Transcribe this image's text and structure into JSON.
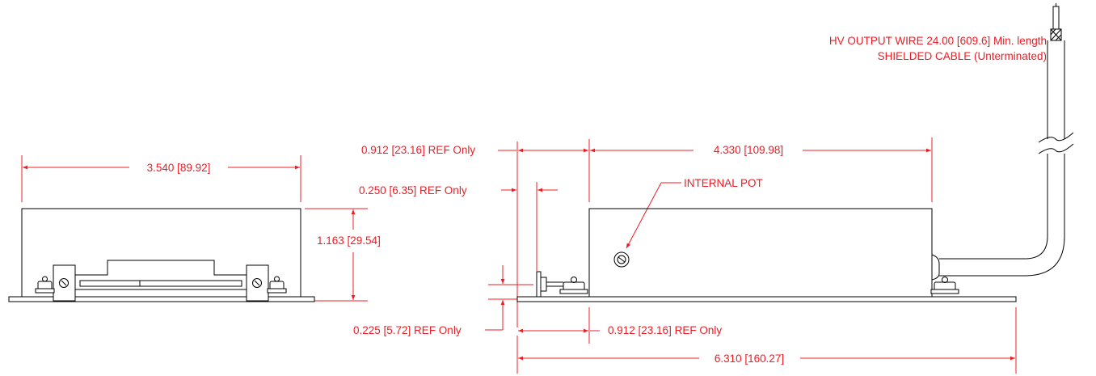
{
  "colors": {
    "dimension": "#ee1c24",
    "outline": "#000000",
    "background": "#ffffff"
  },
  "front_view": {
    "width_dim": "3.540 [89.92]",
    "height_dim": "1.163 [29.54]"
  },
  "side_view": {
    "ref_left_top": "0.912 [23.16] REF Only",
    "length_dim": "4.330 [109.98]",
    "ref_mount": "0.250 [6.35] REF Only",
    "internal_pot": "INTERNAL POT",
    "ref_flange": "0.225 [5.72] REF Only",
    "ref_left_bottom": "0.912 [23.16] REF Only",
    "overall_dim": "6.310 [160.27]"
  },
  "cable": {
    "line1": "HV OUTPUT WIRE 24.00 [609.6] Min. length",
    "line2": "SHIELDED CABLE (Unterminated)"
  },
  "icons": [
    "screw-head-icon",
    "arrowhead-icon",
    "cable-break-icon"
  ]
}
